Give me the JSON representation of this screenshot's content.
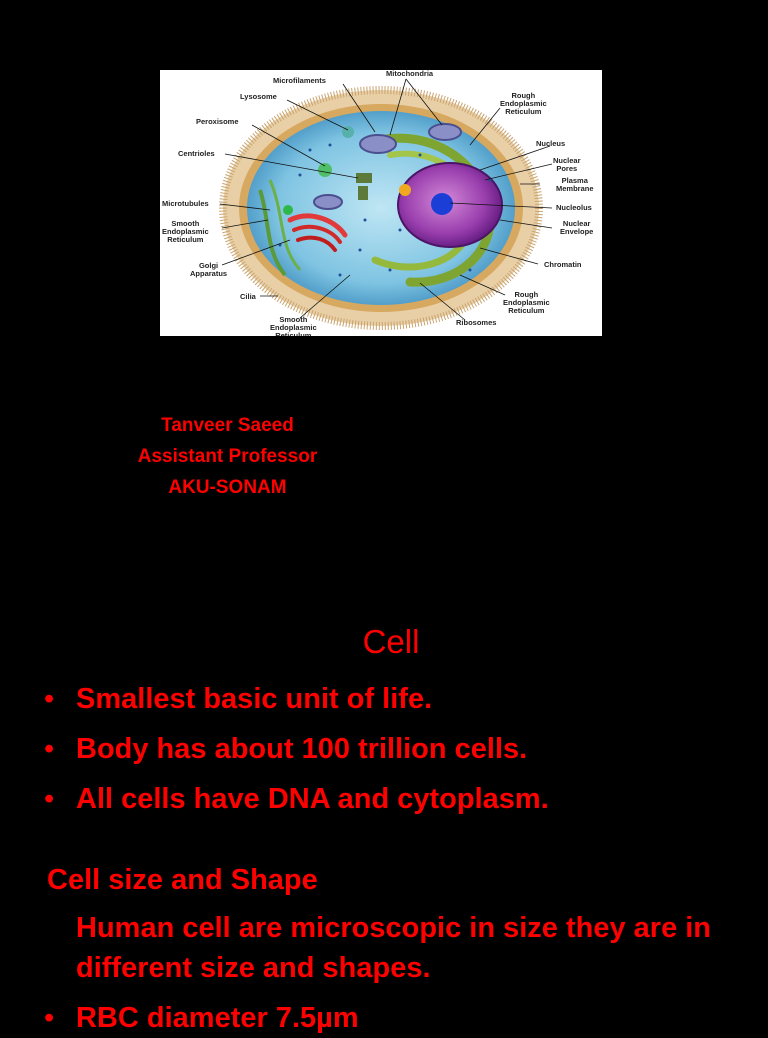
{
  "slide1": {
    "diagram_labels": {
      "microfilaments": "Microfilaments",
      "mitochondria": "Mitochondria",
      "lysosome": "Lysosome",
      "rough_er_top": "Rough\nEndoplasmic\nReticulum",
      "peroxisome": "Peroxisome",
      "nucleus": "Nucleus",
      "nuclear_pores": "Nuclear\nPores",
      "centrioles": "Centrioles",
      "plasma_membrane": "Plasma\nMembrane",
      "microtubules": "Microtubules",
      "nucleolus": "Nucleolus",
      "smooth_er_left": "Smooth\nEndoplasmic\nReticulum",
      "nuclear_envelope": "Nuclear\nEnvelope",
      "golgi": "Golgi\nApparatus",
      "chromatin": "Chromatin",
      "cilia": "Cilia",
      "rough_er_bottom": "Rough\nEndoplasmic\nReticulum",
      "smooth_er_bottom": "Smooth\nEndoplasmic\nReticulum",
      "ribosomes": "Ribosomes"
    },
    "author": {
      "name": "Tanveer Saeed",
      "title": "Assistant Professor",
      "institution": "AKU-SONAM"
    }
  },
  "slide2": {
    "title": "Cell",
    "bullet_glyph": "•",
    "bullets": [
      "Smallest basic unit of life.",
      "Body has about 100 trillion cells.",
      "All cells have DNA and cytoplasm."
    ],
    "subheading": "Cell size and Shape",
    "paragraph": "Human cell are microscopic in size they are in different size and shapes.",
    "last_bullet": "RBC diameter 7.5µm"
  }
}
